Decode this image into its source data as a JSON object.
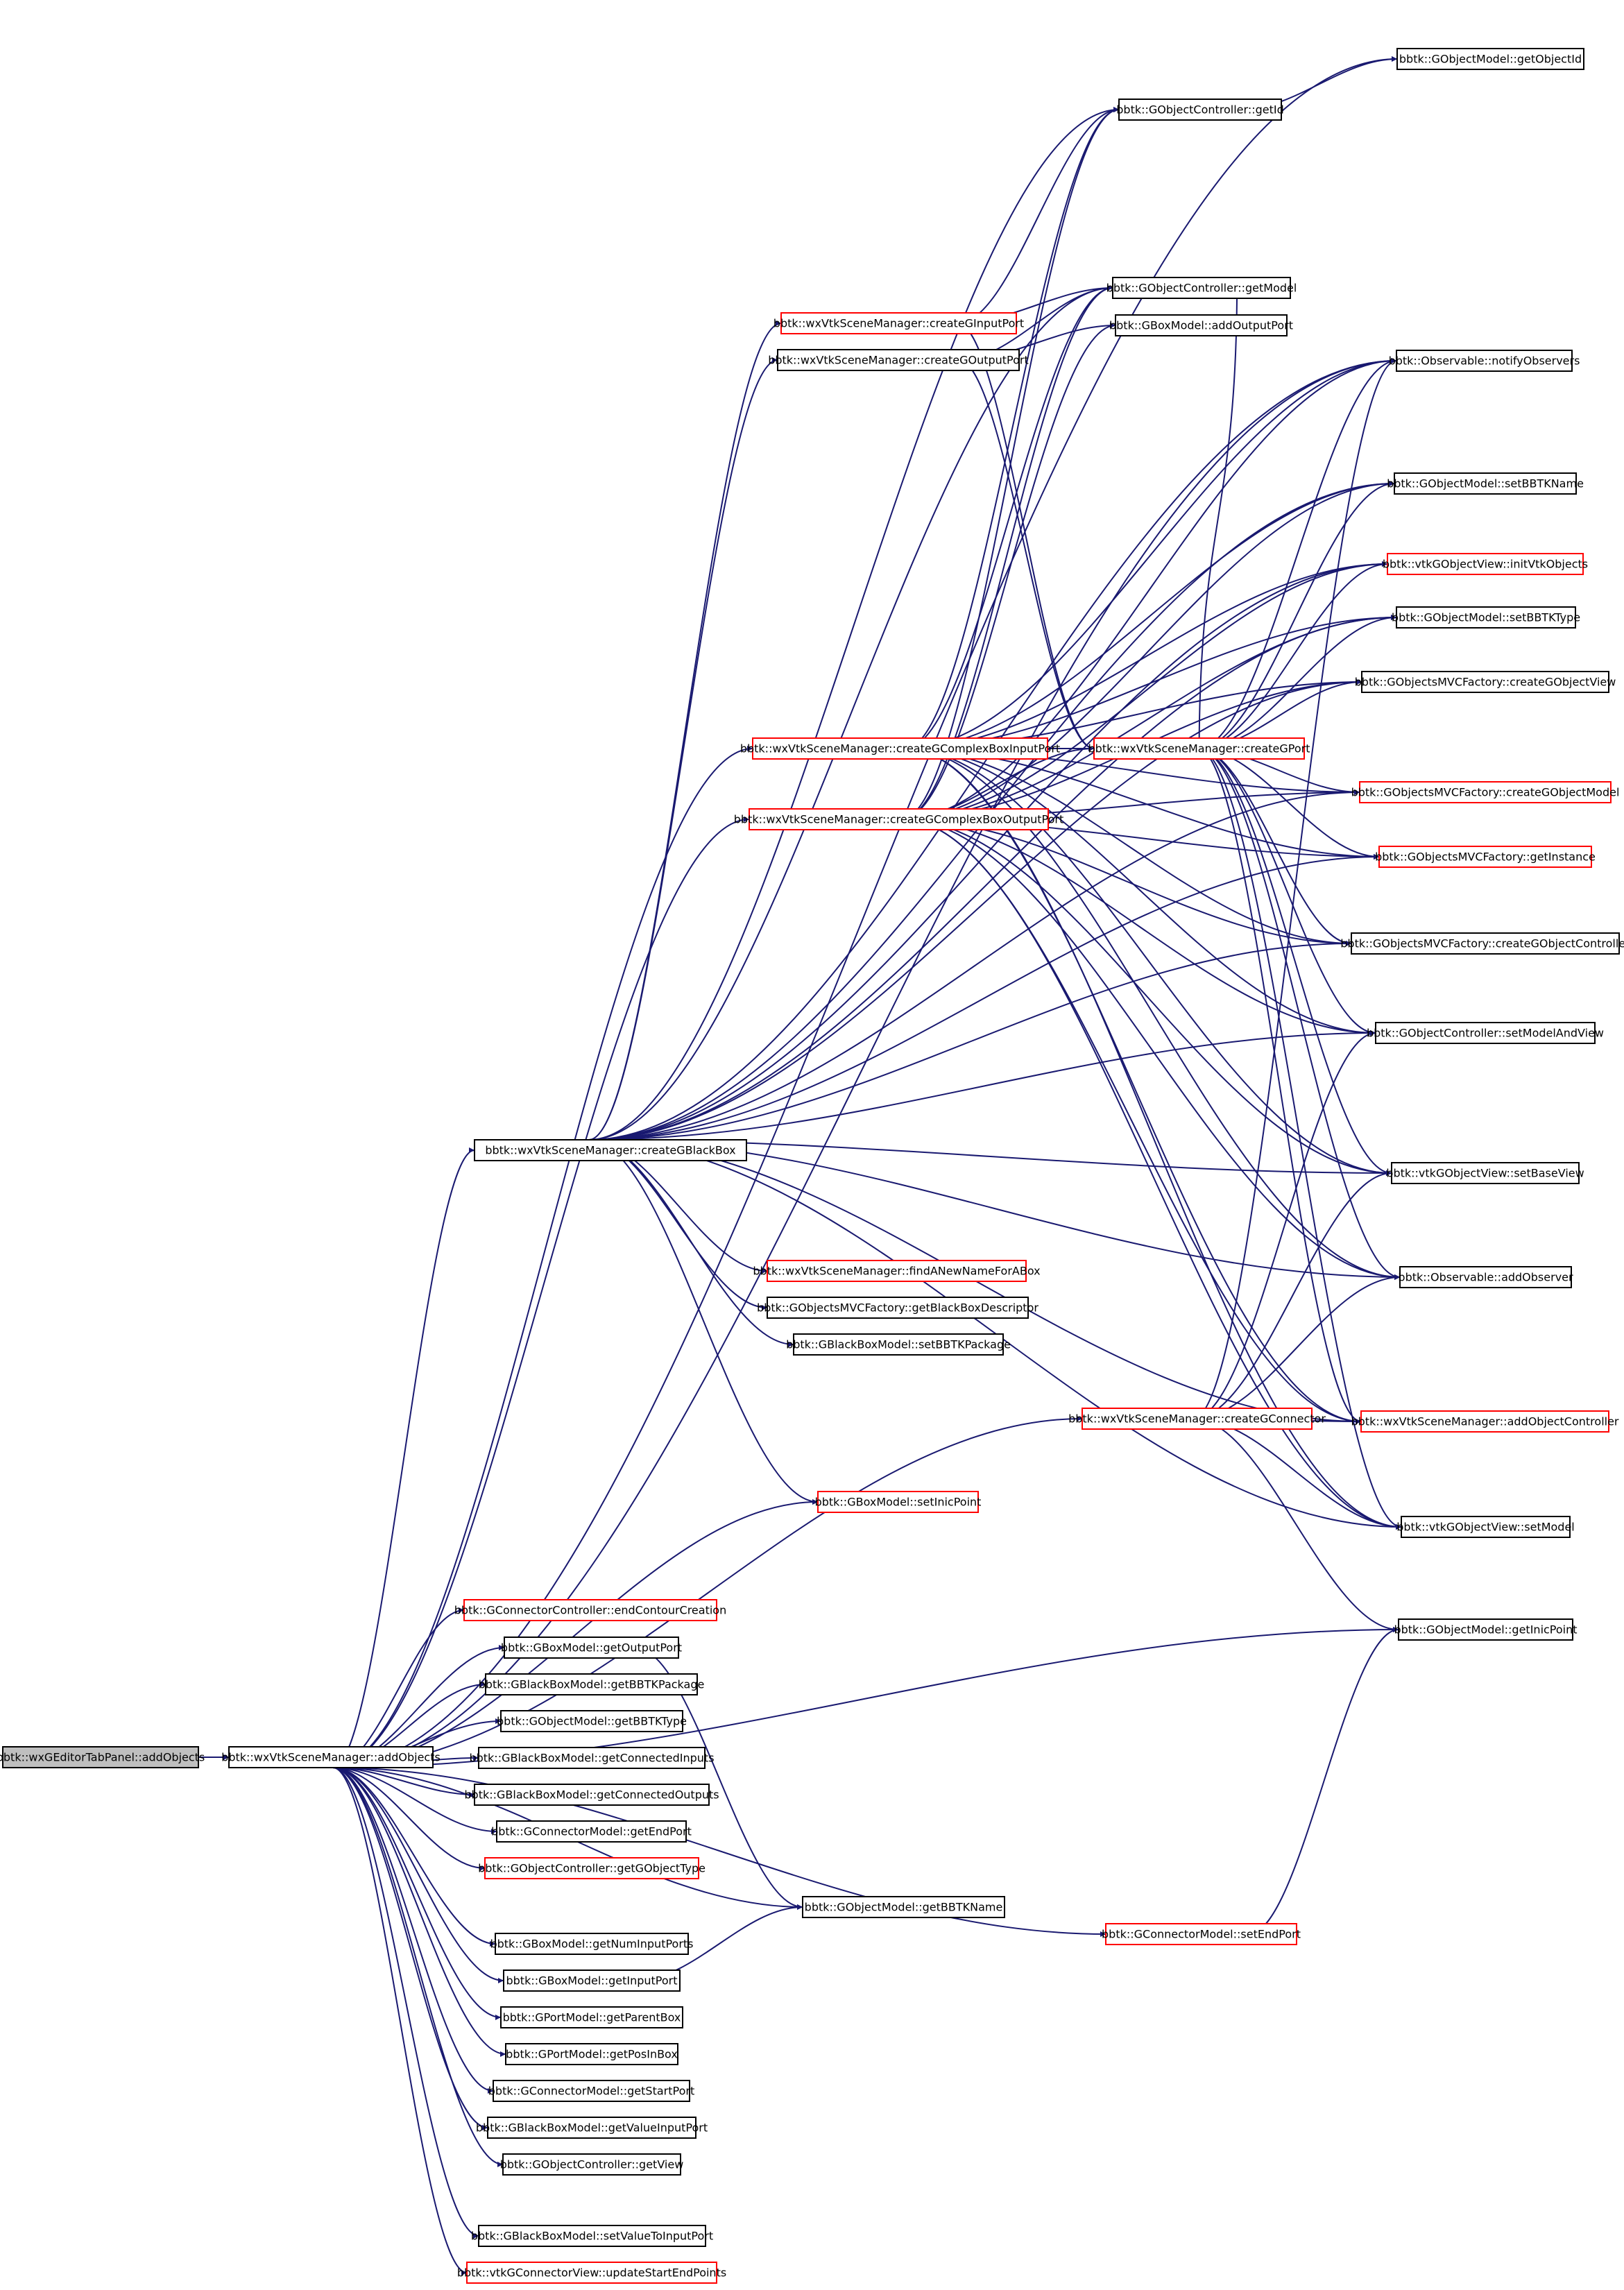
{
  "colors": {
    "edge": "#191970",
    "border_normal": "#000000",
    "border_truncated": "#ff0000",
    "root_fill": "#bfbfbf",
    "node_fill": "#ffffff",
    "text": "#000000"
  },
  "nodes": [
    {
      "id": "n1",
      "label": "bbtk::wxGEditorTabPanel::addObjects",
      "style": "root"
    },
    {
      "id": "n2",
      "label": "bbtk::wxVtkSceneManager::addObjects",
      "style": "normal"
    },
    {
      "id": "n3",
      "label": "bbtk::wxVtkSceneManager::createGBlackBox",
      "style": "normal"
    },
    {
      "id": "n4",
      "label": "bbtk::wxVtkSceneManager::createGComplexBoxInputPort",
      "style": "truncated"
    },
    {
      "id": "n5",
      "label": "bbtk::wxVtkSceneManager::createGComplexBoxOutputPort",
      "style": "truncated"
    },
    {
      "id": "n6",
      "label": "bbtk::wxVtkSceneManager::createGInputPort",
      "style": "truncated"
    },
    {
      "id": "n7",
      "label": "bbtk::wxVtkSceneManager::createGOutputPort",
      "style": "normal"
    },
    {
      "id": "n8",
      "label": "bbtk::wxVtkSceneManager::createGPort",
      "style": "truncated"
    },
    {
      "id": "n9",
      "label": "bbtk::wxVtkSceneManager::createGConnector",
      "style": "truncated"
    },
    {
      "id": "n10",
      "label": "bbtk::wxVtkSceneManager::findANewNameForABox",
      "style": "truncated"
    },
    {
      "id": "n11",
      "label": "bbtk::GObjectsMVCFactory::getBlackBoxDescriptor",
      "style": "normal"
    },
    {
      "id": "n12",
      "label": "bbtk::GBlackBoxModel::setBBTKPackage",
      "style": "normal"
    },
    {
      "id": "n13",
      "label": "bbtk::GBoxModel::setInicPoint",
      "style": "truncated"
    },
    {
      "id": "n14",
      "label": "bbtk::GConnectorController::endContourCreation",
      "style": "truncated"
    },
    {
      "id": "n15",
      "label": "bbtk::GBoxModel::getOutputPort",
      "style": "normal"
    },
    {
      "id": "n16",
      "label": "bbtk::GBlackBoxModel::getBBTKPackage",
      "style": "normal"
    },
    {
      "id": "n17",
      "label": "bbtk::GObjectModel::getBBTKType",
      "style": "normal"
    },
    {
      "id": "n18",
      "label": "bbtk::GBlackBoxModel::getConnectedInputs",
      "style": "normal"
    },
    {
      "id": "n19",
      "label": "bbtk::GBlackBoxModel::getConnectedOutputs",
      "style": "normal"
    },
    {
      "id": "n20",
      "label": "bbtk::GConnectorModel::getEndPort",
      "style": "normal"
    },
    {
      "id": "n21",
      "label": "bbtk::GObjectController::getGObjectType",
      "style": "truncated"
    },
    {
      "id": "n22",
      "label": "bbtk::GObjectModel::getBBTKName",
      "style": "normal"
    },
    {
      "id": "n23",
      "label": "bbtk::GBoxModel::getNumInputPorts",
      "style": "normal"
    },
    {
      "id": "n24",
      "label": "bbtk::GBoxModel::getInputPort",
      "style": "normal"
    },
    {
      "id": "n25",
      "label": "bbtk::GPortModel::getParentBox",
      "style": "normal"
    },
    {
      "id": "n26",
      "label": "bbtk::GPortModel::getPosInBox",
      "style": "normal"
    },
    {
      "id": "n27",
      "label": "bbtk::GConnectorModel::getStartPort",
      "style": "normal"
    },
    {
      "id": "n28",
      "label": "bbtk::GBlackBoxModel::getValueInputPort",
      "style": "normal"
    },
    {
      "id": "n29",
      "label": "bbtk::GObjectController::getView",
      "style": "normal"
    },
    {
      "id": "n30",
      "label": "bbtk::GBlackBoxModel::setValueToInputPort",
      "style": "normal"
    },
    {
      "id": "n31",
      "label": "bbtk::vtkGConnectorView::updateStartEndPoints",
      "style": "truncated"
    },
    {
      "id": "n32",
      "label": "bbtk::GConnectorModel::setEndPort",
      "style": "truncated"
    },
    {
      "id": "n33",
      "label": "bbtk::GObjectModel::getObjectId",
      "style": "normal"
    },
    {
      "id": "n34",
      "label": "bbtk::GObjectController::getId",
      "style": "normal"
    },
    {
      "id": "n35",
      "label": "bbtk::GObjectController::getModel",
      "style": "normal"
    },
    {
      "id": "n36",
      "label": "bbtk::GBoxModel::addOutputPort",
      "style": "normal"
    },
    {
      "id": "n37",
      "label": "bbtk::Observable::notifyObservers",
      "style": "normal"
    },
    {
      "id": "n38",
      "label": "bbtk::GObjectModel::setBBTKName",
      "style": "normal"
    },
    {
      "id": "n39",
      "label": "bbtk::vtkGObjectView::initVtkObjects",
      "style": "truncated"
    },
    {
      "id": "n40",
      "label": "bbtk::GObjectModel::setBBTKType",
      "style": "normal"
    },
    {
      "id": "n41",
      "label": "bbtk::GObjectsMVCFactory::createGObjectView",
      "style": "normal"
    },
    {
      "id": "n42",
      "label": "bbtk::GObjectsMVCFactory::createGObjectModel",
      "style": "truncated"
    },
    {
      "id": "n43",
      "label": "bbtk::GObjectsMVCFactory::getInstance",
      "style": "truncated"
    },
    {
      "id": "n44",
      "label": "bbtk::GObjectsMVCFactory::createGObjectController",
      "style": "normal"
    },
    {
      "id": "n45",
      "label": "bbtk::GObjectController::setModelAndView",
      "style": "normal"
    },
    {
      "id": "n46",
      "label": "bbtk::vtkGObjectView::setBaseView",
      "style": "normal"
    },
    {
      "id": "n47",
      "label": "bbtk::Observable::addObserver",
      "style": "normal"
    },
    {
      "id": "n48",
      "label": "bbtk::wxVtkSceneManager::addObjectController",
      "style": "truncated"
    },
    {
      "id": "n49",
      "label": "bbtk::vtkGObjectView::setModel",
      "style": "normal"
    },
    {
      "id": "n50",
      "label": "bbtk::GObjectModel::getInicPoint",
      "style": "normal"
    }
  ],
  "edges": [
    [
      "n1",
      "n2"
    ],
    [
      "n2",
      "n3"
    ],
    [
      "n2",
      "n9"
    ],
    [
      "n2",
      "n13"
    ],
    [
      "n2",
      "n14"
    ],
    [
      "n2",
      "n15"
    ],
    [
      "n2",
      "n16"
    ],
    [
      "n2",
      "n17"
    ],
    [
      "n2",
      "n18"
    ],
    [
      "n2",
      "n19"
    ],
    [
      "n2",
      "n20"
    ],
    [
      "n2",
      "n21"
    ],
    [
      "n2",
      "n22"
    ],
    [
      "n2",
      "n23"
    ],
    [
      "n2",
      "n24"
    ],
    [
      "n2",
      "n25"
    ],
    [
      "n2",
      "n26"
    ],
    [
      "n2",
      "n27"
    ],
    [
      "n2",
      "n28"
    ],
    [
      "n2",
      "n29"
    ],
    [
      "n2",
      "n30"
    ],
    [
      "n2",
      "n31"
    ],
    [
      "n2",
      "n32"
    ],
    [
      "n2",
      "n33"
    ],
    [
      "n2",
      "n37"
    ],
    [
      "n2",
      "n4"
    ],
    [
      "n2",
      "n5"
    ],
    [
      "n2",
      "n50"
    ],
    [
      "n3",
      "n6"
    ],
    [
      "n3",
      "n7"
    ],
    [
      "n3",
      "n10"
    ],
    [
      "n3",
      "n11"
    ],
    [
      "n3",
      "n12"
    ],
    [
      "n3",
      "n13"
    ],
    [
      "n3",
      "n34"
    ],
    [
      "n3",
      "n35"
    ],
    [
      "n3",
      "n37"
    ],
    [
      "n3",
      "n38"
    ],
    [
      "n3",
      "n39"
    ],
    [
      "n3",
      "n40"
    ],
    [
      "n3",
      "n41"
    ],
    [
      "n3",
      "n42"
    ],
    [
      "n3",
      "n43"
    ],
    [
      "n3",
      "n44"
    ],
    [
      "n3",
      "n45"
    ],
    [
      "n3",
      "n46"
    ],
    [
      "n3",
      "n47"
    ],
    [
      "n3",
      "n48"
    ],
    [
      "n3",
      "n49"
    ],
    [
      "n4",
      "n8"
    ],
    [
      "n4",
      "n35"
    ],
    [
      "n4",
      "n37"
    ],
    [
      "n4",
      "n38"
    ],
    [
      "n4",
      "n39"
    ],
    [
      "n4",
      "n40"
    ],
    [
      "n4",
      "n41"
    ],
    [
      "n4",
      "n42"
    ],
    [
      "n4",
      "n43"
    ],
    [
      "n4",
      "n44"
    ],
    [
      "n4",
      "n45"
    ],
    [
      "n4",
      "n46"
    ],
    [
      "n4",
      "n47"
    ],
    [
      "n4",
      "n48"
    ],
    [
      "n4",
      "n49"
    ],
    [
      "n4",
      "n34"
    ],
    [
      "n5",
      "n8"
    ],
    [
      "n5",
      "n35"
    ],
    [
      "n5",
      "n36"
    ],
    [
      "n5",
      "n37"
    ],
    [
      "n5",
      "n38"
    ],
    [
      "n5",
      "n39"
    ],
    [
      "n5",
      "n40"
    ],
    [
      "n5",
      "n41"
    ],
    [
      "n5",
      "n42"
    ],
    [
      "n5",
      "n43"
    ],
    [
      "n5",
      "n44"
    ],
    [
      "n5",
      "n45"
    ],
    [
      "n5",
      "n46"
    ],
    [
      "n5",
      "n47"
    ],
    [
      "n5",
      "n48"
    ],
    [
      "n5",
      "n49"
    ],
    [
      "n5",
      "n34"
    ],
    [
      "n6",
      "n34"
    ],
    [
      "n6",
      "n35"
    ],
    [
      "n6",
      "n8"
    ],
    [
      "n7",
      "n35"
    ],
    [
      "n7",
      "n36"
    ],
    [
      "n7",
      "n8"
    ],
    [
      "n8",
      "n35"
    ],
    [
      "n8",
      "n37"
    ],
    [
      "n8",
      "n38"
    ],
    [
      "n8",
      "n39"
    ],
    [
      "n8",
      "n40"
    ],
    [
      "n8",
      "n41"
    ],
    [
      "n8",
      "n42"
    ],
    [
      "n8",
      "n43"
    ],
    [
      "n8",
      "n44"
    ],
    [
      "n8",
      "n45"
    ],
    [
      "n8",
      "n46"
    ],
    [
      "n8",
      "n47"
    ],
    [
      "n8",
      "n48"
    ],
    [
      "n8",
      "n49"
    ],
    [
      "n9",
      "n45"
    ],
    [
      "n9",
      "n46"
    ],
    [
      "n9",
      "n47"
    ],
    [
      "n9",
      "n48"
    ],
    [
      "n9",
      "n49"
    ],
    [
      "n9",
      "n50"
    ],
    [
      "n9",
      "n37"
    ],
    [
      "n15",
      "n22"
    ],
    [
      "n24",
      "n22"
    ],
    [
      "n32",
      "n50"
    ],
    [
      "n34",
      "n33"
    ]
  ]
}
